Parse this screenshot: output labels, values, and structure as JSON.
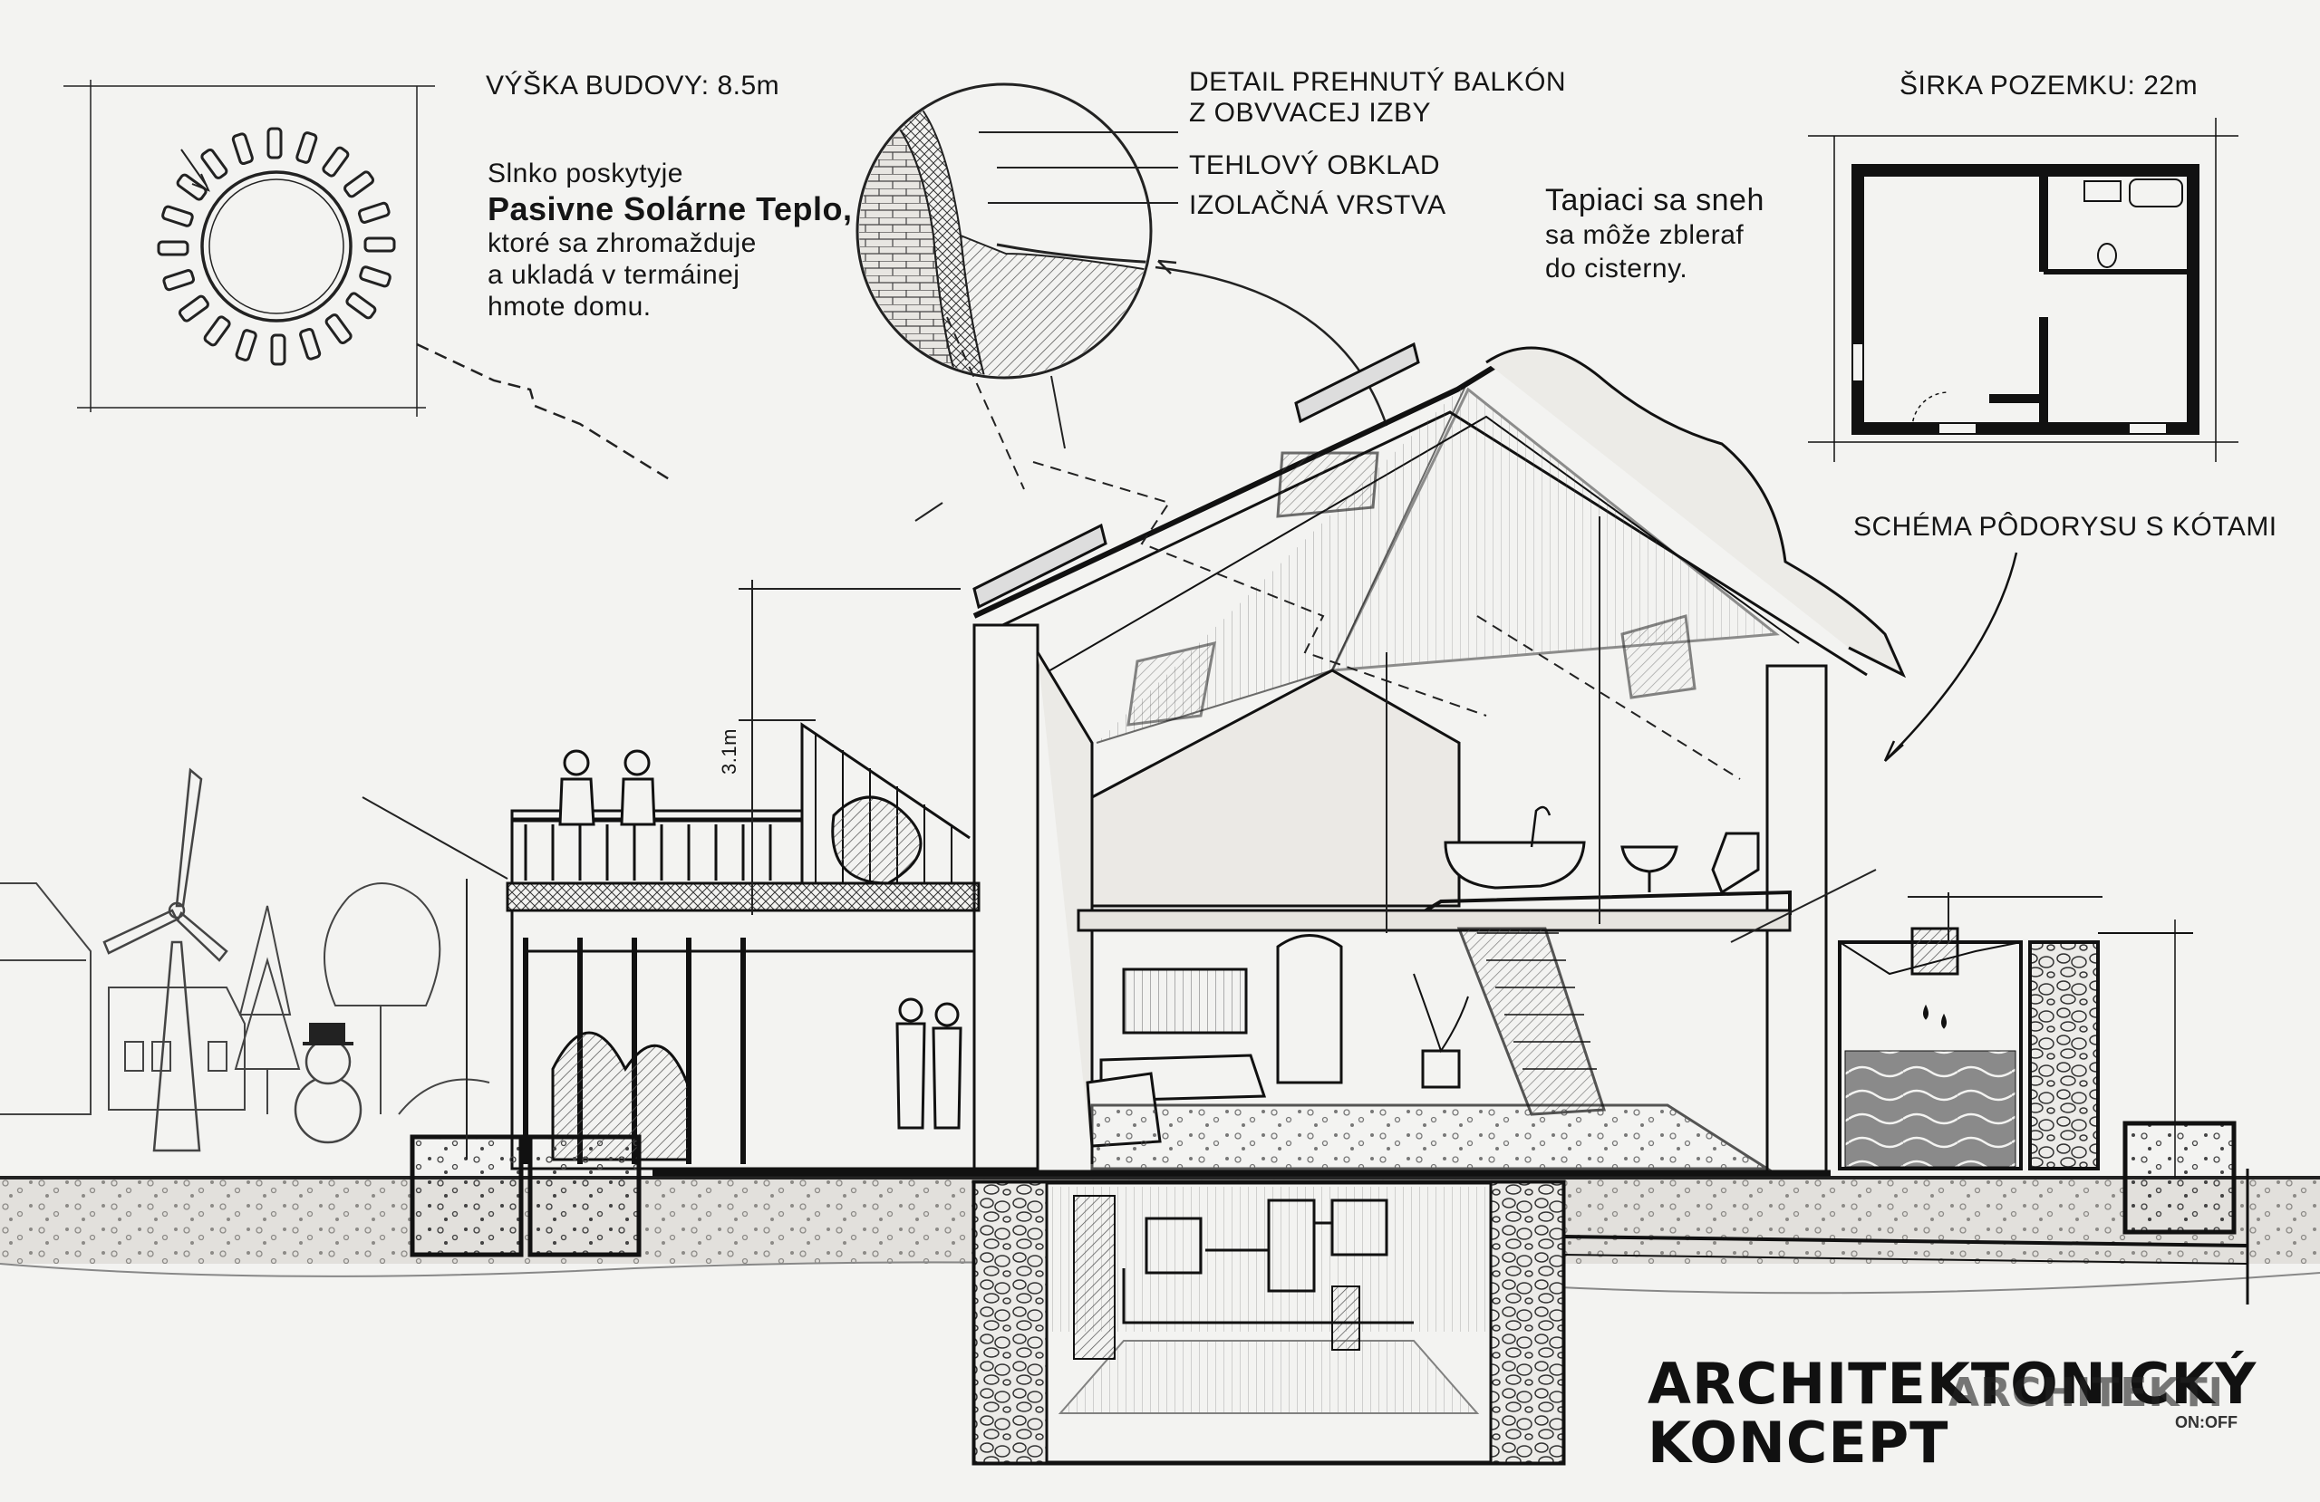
{
  "labels": {
    "building_height": "VÝŠKA BUDOVY: 8.5m",
    "sun_line1": "Slnko poskytyje",
    "sun_line2": "Pasivne Solárne Teplo,",
    "sun_line3": "ktoré sa zhromažduje",
    "sun_line4": "a ukladá v termáinej",
    "sun_line5": "hmote domu.",
    "detail_line1": "DETAIL PREHNUTÝ BALKÓN",
    "detail_line2": "Z OBVVACEJ IZBY",
    "brick_cladding": "TEHLOVÝ OBKLAD",
    "insulation": "IZOLAČNÁ VRSTVA",
    "snow_line1": "Tapiaci sa sneh",
    "snow_line2": "sa môže zbleraf",
    "snow_line3": "do cisterny.",
    "plot_width": "ŠIRKA POZEMKU: 22m",
    "floorplan_caption": "SCHÉMA PÔDORYSU S KÓTAMI",
    "floor_height": "3.1m"
  },
  "title": {
    "line1": "ARCHITEKTONICKÝ",
    "line2": "KONCEPT"
  },
  "logo": {
    "text": "ARCHITEKTI",
    "sub": "ON:OFF"
  },
  "colors": {
    "paper": "#f3f3f1",
    "ink": "#1a1a1a",
    "water": "#7d7d7d",
    "soil": "#cfcac4"
  }
}
